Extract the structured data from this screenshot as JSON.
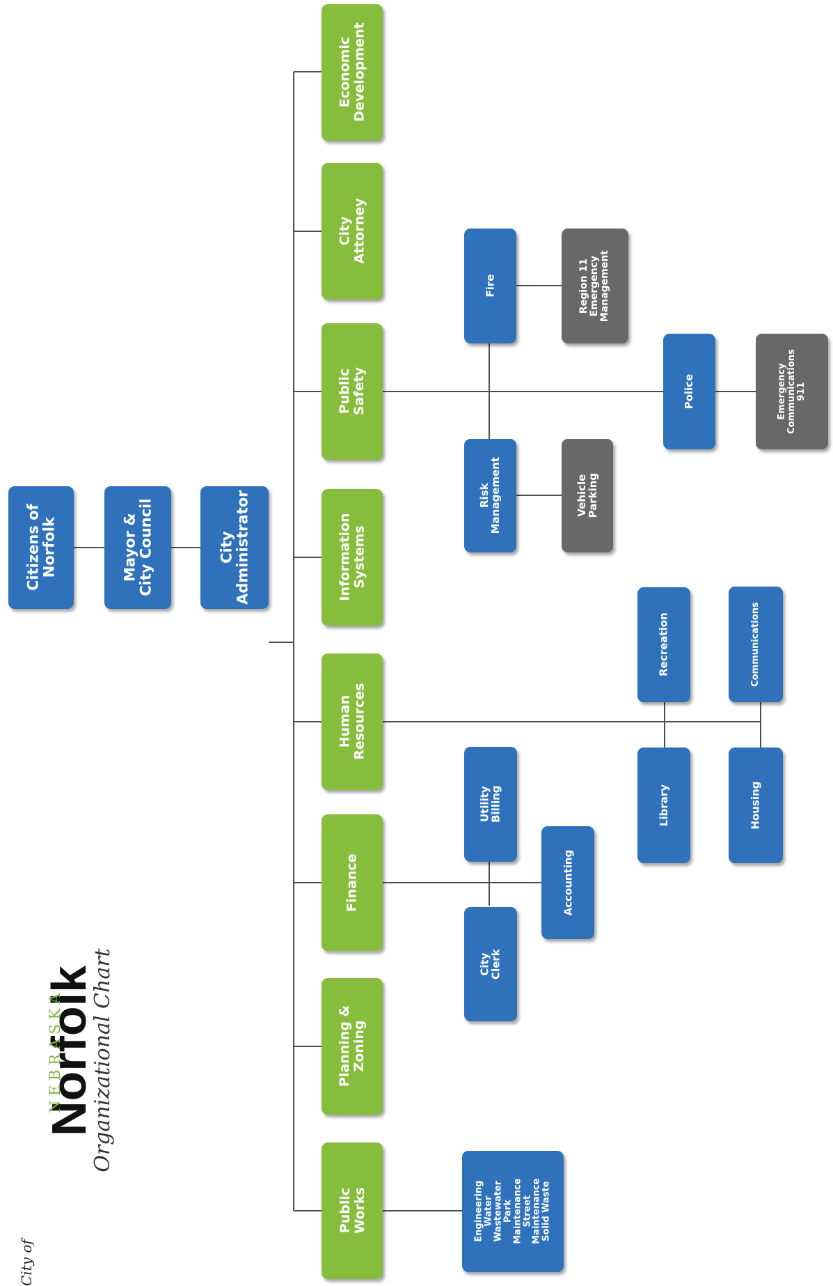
{
  "logo": {
    "prefix": "City of",
    "name": "Norfolk",
    "state": "N E B R A S K A",
    "subtitle": "Organizational Chart"
  },
  "colors": {
    "blue": "#2f72bb",
    "green": "#86bd3c",
    "gray": "#686868",
    "connector": "#4d4d4d"
  },
  "nodes": {
    "citizens": "Citizens of\nNorfolk",
    "mayor": "Mayor &\nCity Council",
    "administrator": "City\nAdministrator",
    "public_works": "Public\nWorks",
    "planning_zoning": "Planning &\nZoning",
    "finance": "Finance",
    "human_resources": "Human\nResources",
    "information_systems": "Information\nSystems",
    "public_safety": "Public\nSafety",
    "city_attorney": "City\nAttorney",
    "economic_development": "Economic\nDevelopment",
    "public_works_divisions": "Engineering\nWater\nWastewater\nPark\nMaintenance\nStreet\nMaintenance\nSolid Waste",
    "city_clerk": "City\nClerk",
    "utility_billing": "Utility\nBilling",
    "accounting": "Accounting",
    "library": "Library",
    "recreation": "Recreation",
    "housing": "Housing",
    "communications": "Communications",
    "risk_management": "Risk\nManagement",
    "vehicle_parking": "Vehicle\nParking",
    "fire": "Fire",
    "region_11": "Region 11\nEmergency\nManagement",
    "police": "Police",
    "emergency_communications": "Emergency\nCommunications\n911"
  }
}
